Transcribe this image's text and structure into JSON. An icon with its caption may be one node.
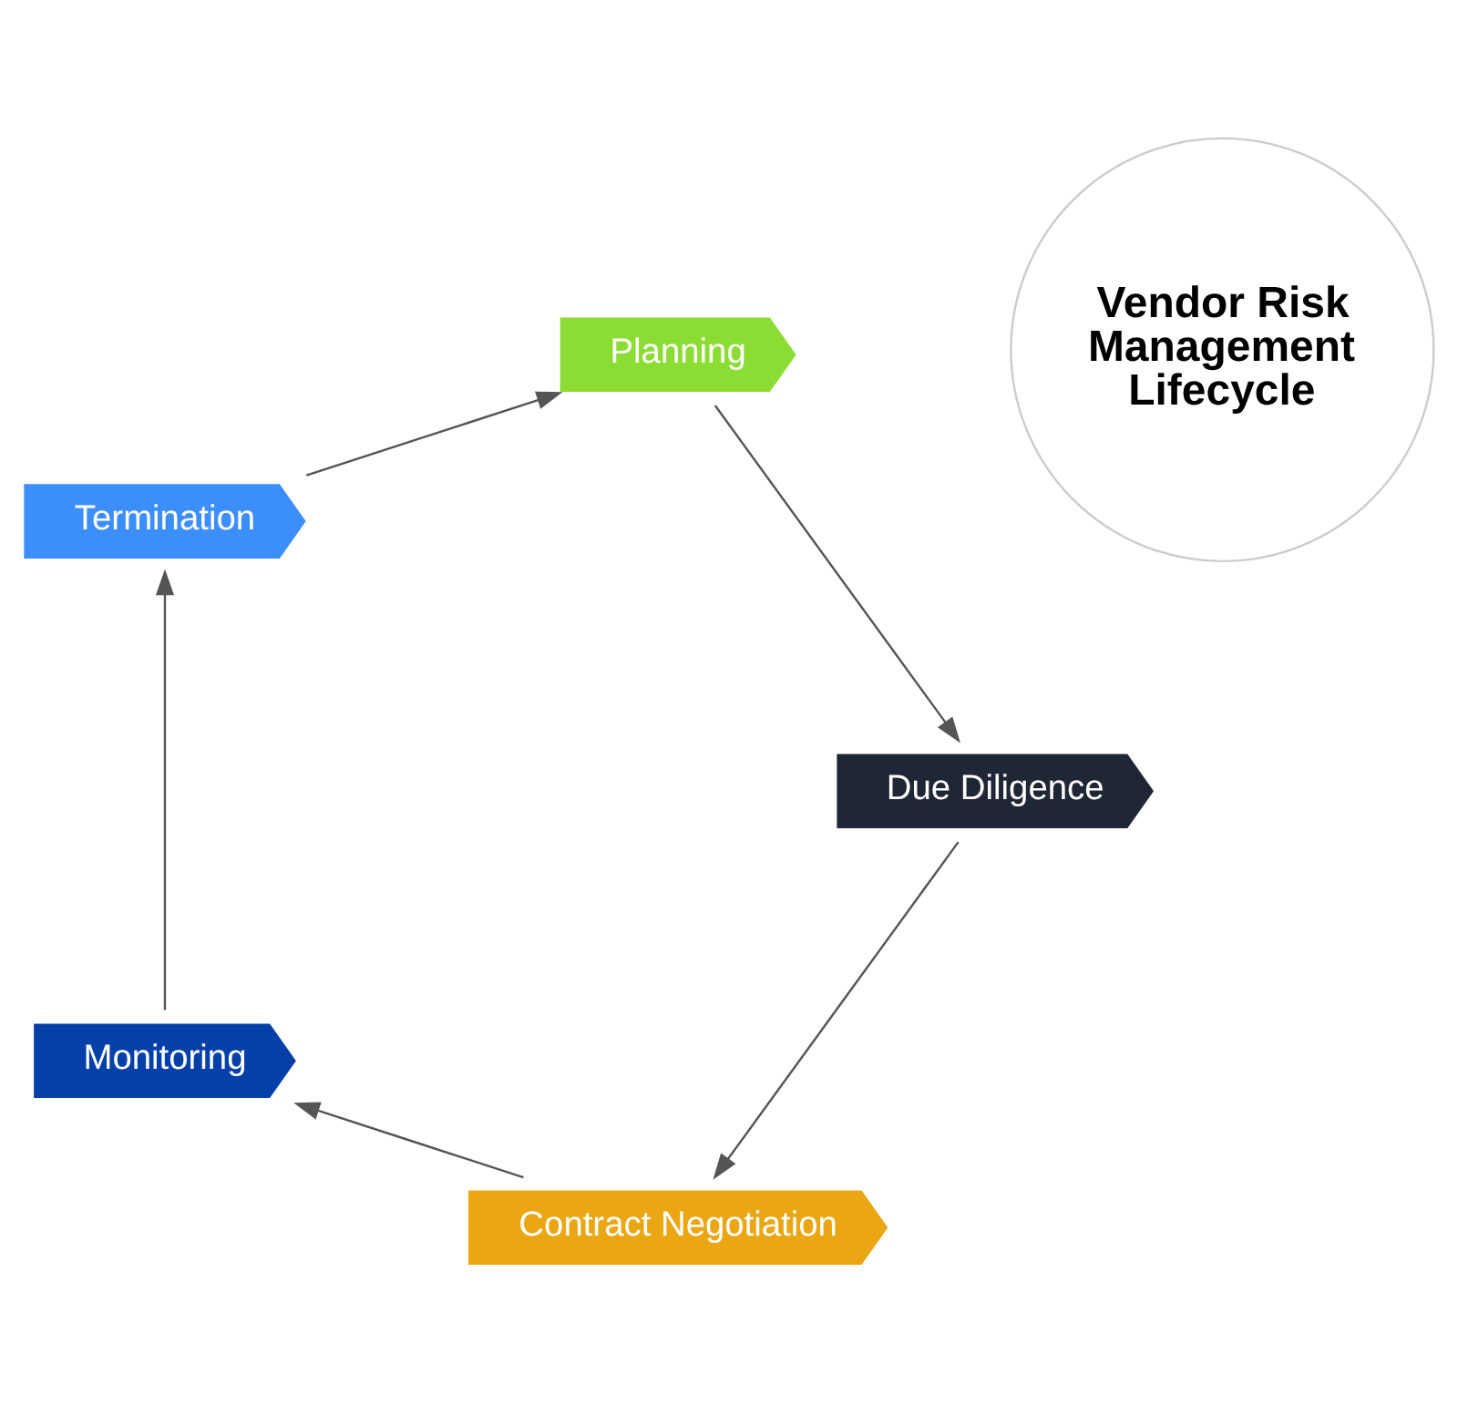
{
  "diagram": {
    "nodes": [
      {
        "text": [
          "Contract Negotiation"
        ]
      },
      {
        "text": [
          "Monitoring"
        ]
      },
      {
        "text": [
          "Termination"
        ]
      },
      {
        "text": [
          "Planning"
        ]
      },
      {
        "text": [
          "Due Diligence"
        ]
      },
      {
        "text": [
          "Vendor Risk Management Lifecycle"
        ]
      }
    ],
    "edges": [
      {
        "from": 0,
        "to": 1,
        "arrow": "to"
      },
      {
        "from": 1,
        "to": 2,
        "arrow": "to"
      },
      {
        "from": 2,
        "to": 3,
        "arrow": "to"
      },
      {
        "from": 3,
        "to": 4,
        "arrow": "to"
      },
      {
        "from": 4,
        "to": 0,
        "arrow": "to"
      }
    ]
  }
}
